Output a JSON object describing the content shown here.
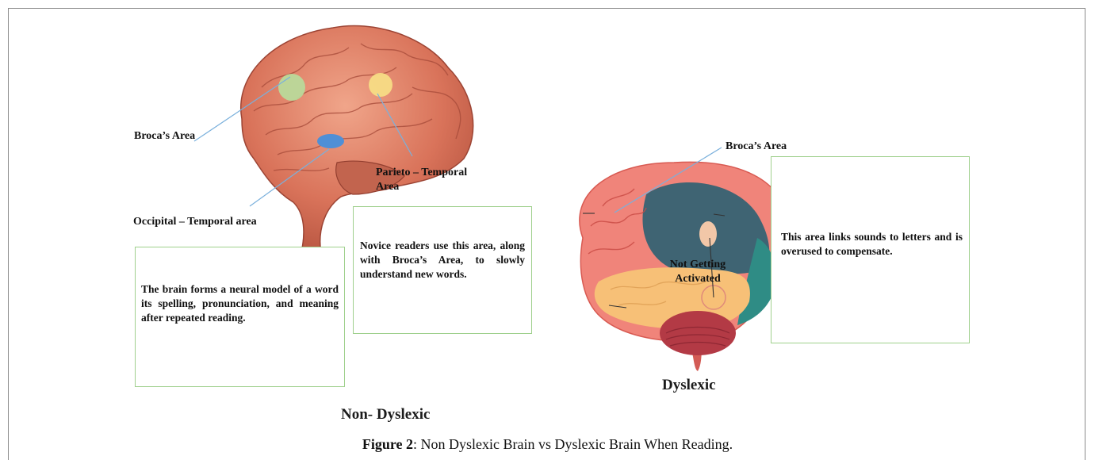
{
  "non_dyslexic": {
    "labels": {
      "broca": "Broca’s Area",
      "parieto_temporal": "Parieto – Temporal Area",
      "occipital_temporal": "Occipital – Temporal area"
    },
    "box_left_text": "The brain forms a neural model of a word its spelling, pronunciation, and meaning after repeated reading.",
    "box_middle_text": "Novice readers use this area, along with Broca’s Area, to slowly understand new words.",
    "title": "Non- Dyslexic"
  },
  "dyslexic": {
    "labels": {
      "broca": "Broca’s Area",
      "not_activated": "Not Getting Activated"
    },
    "box_text": "This area links sounds to letters and is overused to compensate.",
    "title": "Dyslexic"
  },
  "caption": {
    "prefix": "Figure 2",
    "text": ": Non Dyslexic Brain vs Dyslexic Brain When Reading."
  },
  "colors": {
    "box_border": "#9fd08d",
    "pointer_line": "#7ab0dc",
    "broca_marker": "#b9d99a",
    "parieto_marker": "#f7dc85",
    "occipital_marker": "#4f8fd6"
  }
}
